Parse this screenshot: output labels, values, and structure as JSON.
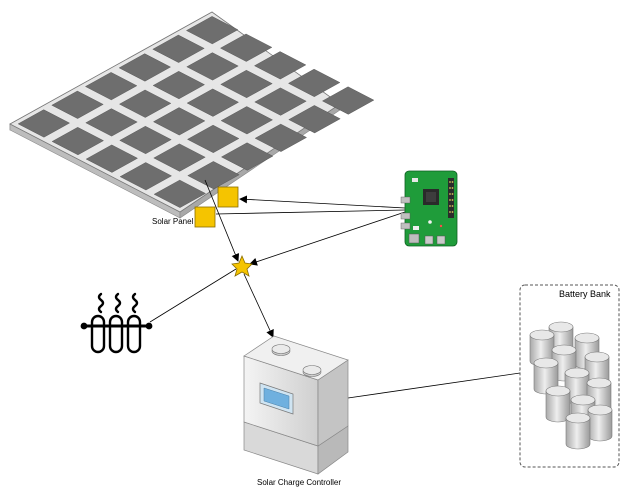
{
  "labels": {
    "solar_panel": "Solar Panel",
    "charge_controller": "Solar Charge Controller",
    "battery_bank": "Battery Bank"
  },
  "colors": {
    "panel_cell": "#6e6e6e",
    "panel_frame": "#e6e6e6",
    "sensor": "#f5c400",
    "pcb": "#1f9c3a",
    "line": "#000000",
    "container_border": "#555555"
  },
  "icons": {
    "solar_panel": "solar-panel-icon",
    "sensor_1": "sensor-square-icon",
    "sensor_2": "sensor-square-icon",
    "microcontroller": "raspberry-pi-board-icon",
    "junction": "junction-star-icon",
    "heater": "heater-coil-icon",
    "charge_controller": "charge-controller-box-icon",
    "battery": "battery-cell-icon"
  }
}
